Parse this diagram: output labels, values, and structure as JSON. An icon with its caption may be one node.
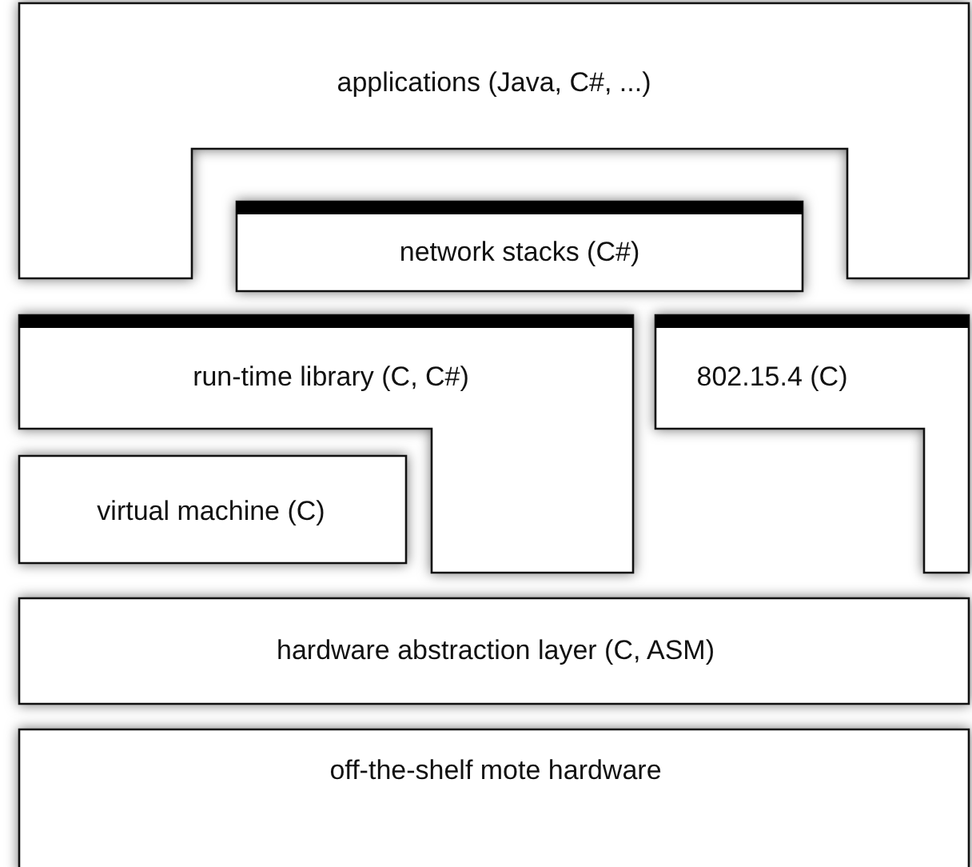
{
  "diagram": {
    "nodes": [
      {
        "text": [
          "applications (Java, C#, ...)"
        ]
      },
      {
        "text": [
          "network stacks (C#)"
        ]
      },
      {
        "text": [
          "run-time library (C, C#)"
        ]
      },
      {
        "text": [
          "802.15.4 (C)"
        ]
      },
      {
        "text": [
          "virtual machine (C)"
        ]
      },
      {
        "text": [
          "hardware abstraction layer (C, ASM)"
        ]
      },
      {
        "text": [
          "off-the-shelf mote hardware"
        ]
      }
    ]
  }
}
